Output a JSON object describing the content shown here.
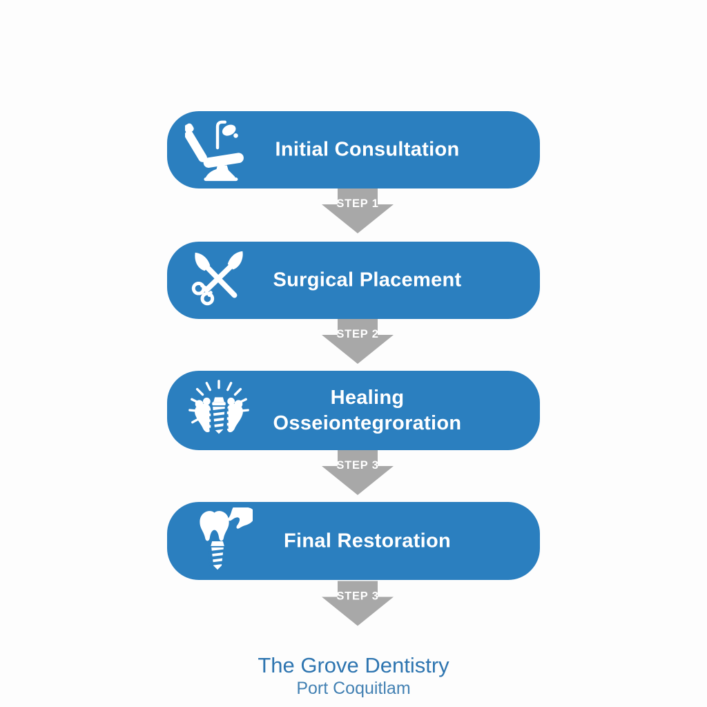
{
  "colors": {
    "banner_blue": "#2b7fbf",
    "arrow_gray": "#a8a8a8",
    "footer_blue": "#2e75b0",
    "footer_sub_blue": "#4381b3",
    "text_white": "#ffffff"
  },
  "steps": [
    {
      "title": "Initial Consultation",
      "icon": "dental-chair",
      "step_label": "STEP 1"
    },
    {
      "title": "Surgical Placement",
      "icon": "surgical-tools",
      "step_label": "STEP 2"
    },
    {
      "title_lines": [
        "Healing",
        "Osseiontegroration"
      ],
      "icon": "implant-healing",
      "step_label": "STEP 3"
    },
    {
      "title": "Final Restoration",
      "icon": "implant-crown",
      "step_label": "STEP 3"
    }
  ],
  "footer": {
    "title": "The Grove Dentistry",
    "subtitle": "Port Coquitlam"
  }
}
